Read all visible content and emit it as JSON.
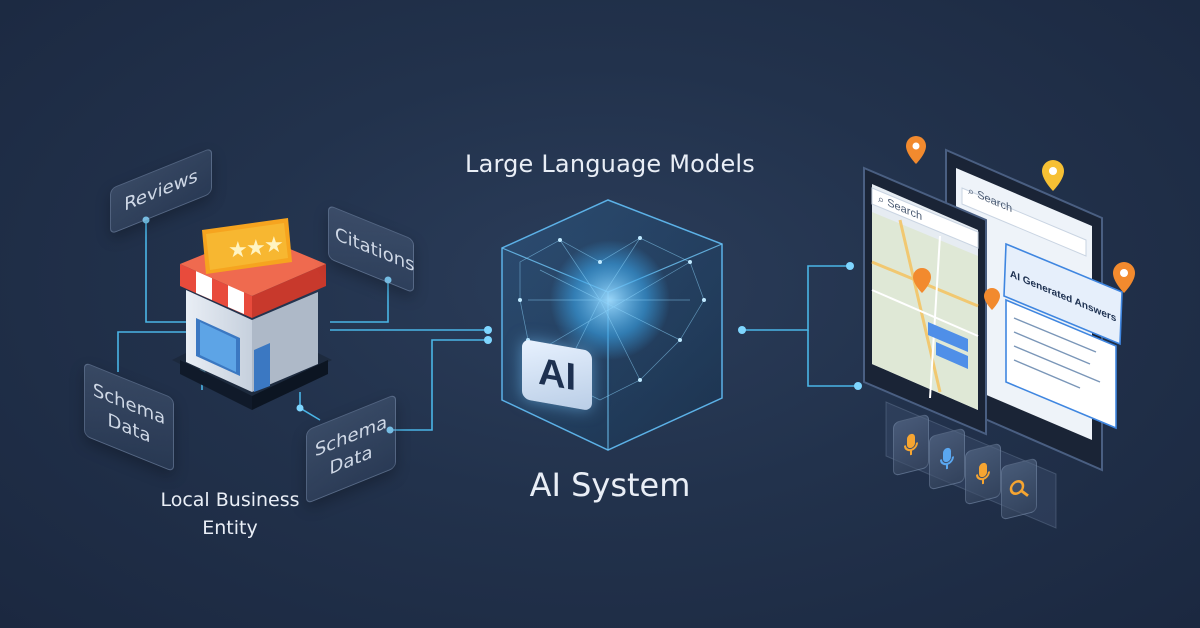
{
  "labels": {
    "top": "Large Language Models",
    "center": "AI System",
    "left": "Local Business Entity"
  },
  "tags": {
    "reviews": "Reviews",
    "citations": "Citations",
    "schema_left": "Schema Data",
    "schema_right": "Schema Data"
  },
  "badge": "AI",
  "phone": {
    "front_search": "Search",
    "back_search": "Search",
    "answer_title": "AI Generated Answers"
  },
  "colors": {
    "background": "#22324c",
    "line": "#4fc3f7",
    "awning_red": "#e84b3c",
    "star": "#f6b51f",
    "pin_orange": "#f28a2e"
  },
  "icons": [
    "mic-icon",
    "mic-icon",
    "mic-icon",
    "search-icon"
  ]
}
